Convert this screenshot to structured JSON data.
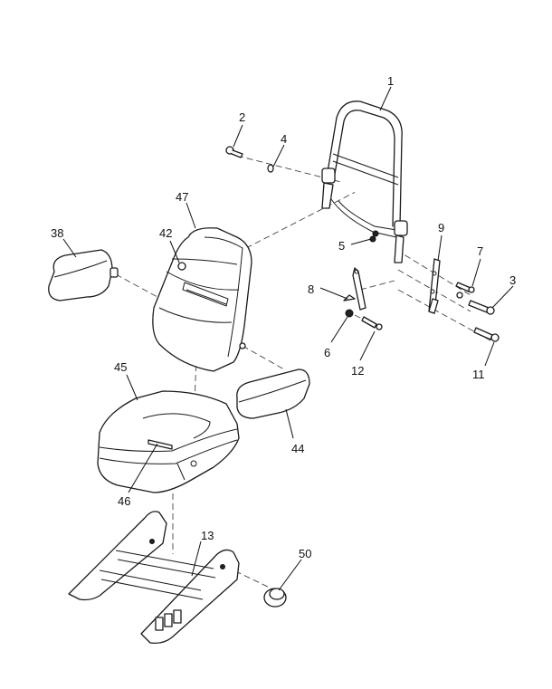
{
  "callouts": {
    "c1": "1",
    "c2": "2",
    "c3": "3",
    "c4": "4",
    "c5": "5",
    "c6": "6",
    "c7": "7",
    "c8": "8",
    "c9": "9",
    "c11": "11",
    "c12": "12",
    "c13": "13",
    "c38": "38",
    "c42": "42",
    "c44": "44",
    "c45": "45",
    "c46": "46",
    "c47": "47",
    "c50": "50"
  }
}
